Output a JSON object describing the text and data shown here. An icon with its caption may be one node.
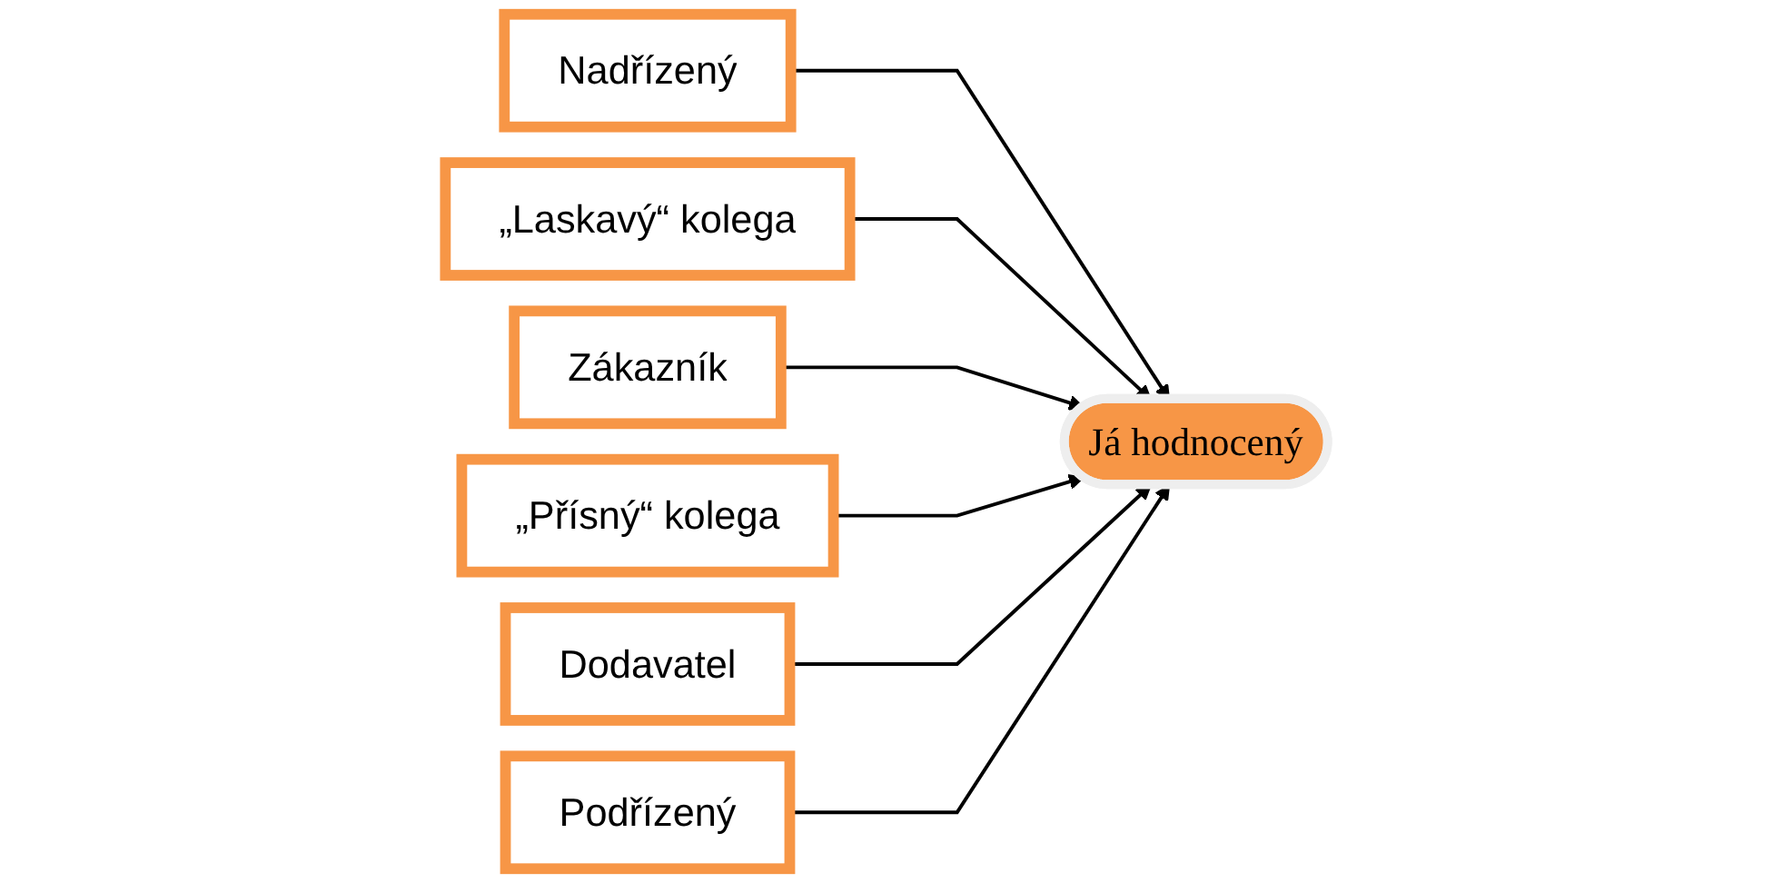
{
  "diagram": {
    "nodes": [
      {
        "text": [
          "Nadřízený"
        ]
      },
      {
        "text": [
          "„Laskavý“ kolega"
        ]
      },
      {
        "text": [
          "Zákazník"
        ]
      },
      {
        "text": [
          "Já hodnocený"
        ]
      },
      {
        "text": [
          "„Přísný“ kolega"
        ]
      },
      {
        "text": [
          "Dodavatel"
        ]
      },
      {
        "text": [
          "Podřízený"
        ]
      }
    ],
    "edges": [
      {
        "from": 0,
        "to": 3,
        "arrow": "to"
      },
      {
        "from": 1,
        "to": 3,
        "arrow": "to"
      },
      {
        "from": 2,
        "to": 3,
        "arrow": "to"
      },
      {
        "from": 4,
        "to": 3,
        "arrow": "to"
      },
      {
        "from": 5,
        "to": 3,
        "arrow": "to"
      },
      {
        "from": 6,
        "to": 3,
        "arrow": "to"
      }
    ]
  }
}
